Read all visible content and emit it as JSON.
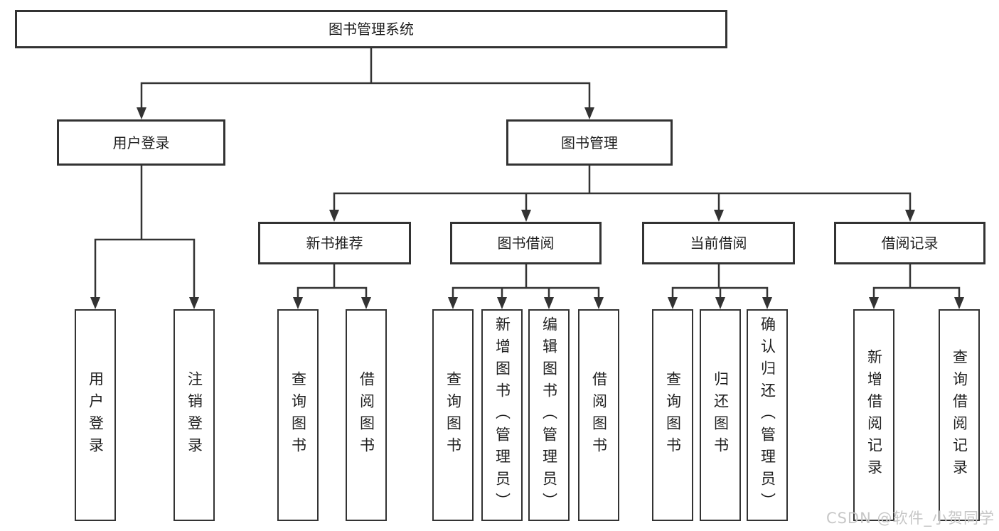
{
  "diagram": {
    "type": "tree",
    "root": {
      "label": "图书管理系统"
    },
    "level2": [
      {
        "label": "用户登录"
      },
      {
        "label": "图书管理"
      }
    ],
    "level3": [
      {
        "label": "新书推荐",
        "parent": "图书管理"
      },
      {
        "label": "图书借阅",
        "parent": "图书管理"
      },
      {
        "label": "当前借阅",
        "parent": "图书管理"
      },
      {
        "label": "借阅记录",
        "parent": "图书管理"
      }
    ],
    "leaves": [
      {
        "label": "用户登录",
        "parent": "用户登录"
      },
      {
        "label": "注销登录",
        "parent": "用户登录"
      },
      {
        "label": "查询图书",
        "parent": "新书推荐"
      },
      {
        "label": "借阅图书",
        "parent": "新书推荐"
      },
      {
        "label": "查询图书",
        "parent": "图书借阅"
      },
      {
        "label": "新增图书（管理员）",
        "parent": "图书借阅"
      },
      {
        "label": "编辑图书（管理员）",
        "parent": "图书借阅"
      },
      {
        "label": "借阅图书",
        "parent": "图书借阅"
      },
      {
        "label": "查询图书",
        "parent": "当前借阅"
      },
      {
        "label": "归还图书",
        "parent": "当前借阅"
      },
      {
        "label": "确认归还（管理员）",
        "parent": "当前借阅"
      },
      {
        "label": "新增借阅记录",
        "parent": "借阅记录"
      },
      {
        "label": "查询借阅记录",
        "parent": "借阅记录"
      }
    ]
  },
  "watermark": {
    "text": "CSDN @软件_小贺同学"
  },
  "colors": {
    "line": "#333333",
    "box_border": "#333333",
    "text": "#1f1f1f",
    "background": "#ffffff",
    "watermark": "#c7c7c7"
  }
}
